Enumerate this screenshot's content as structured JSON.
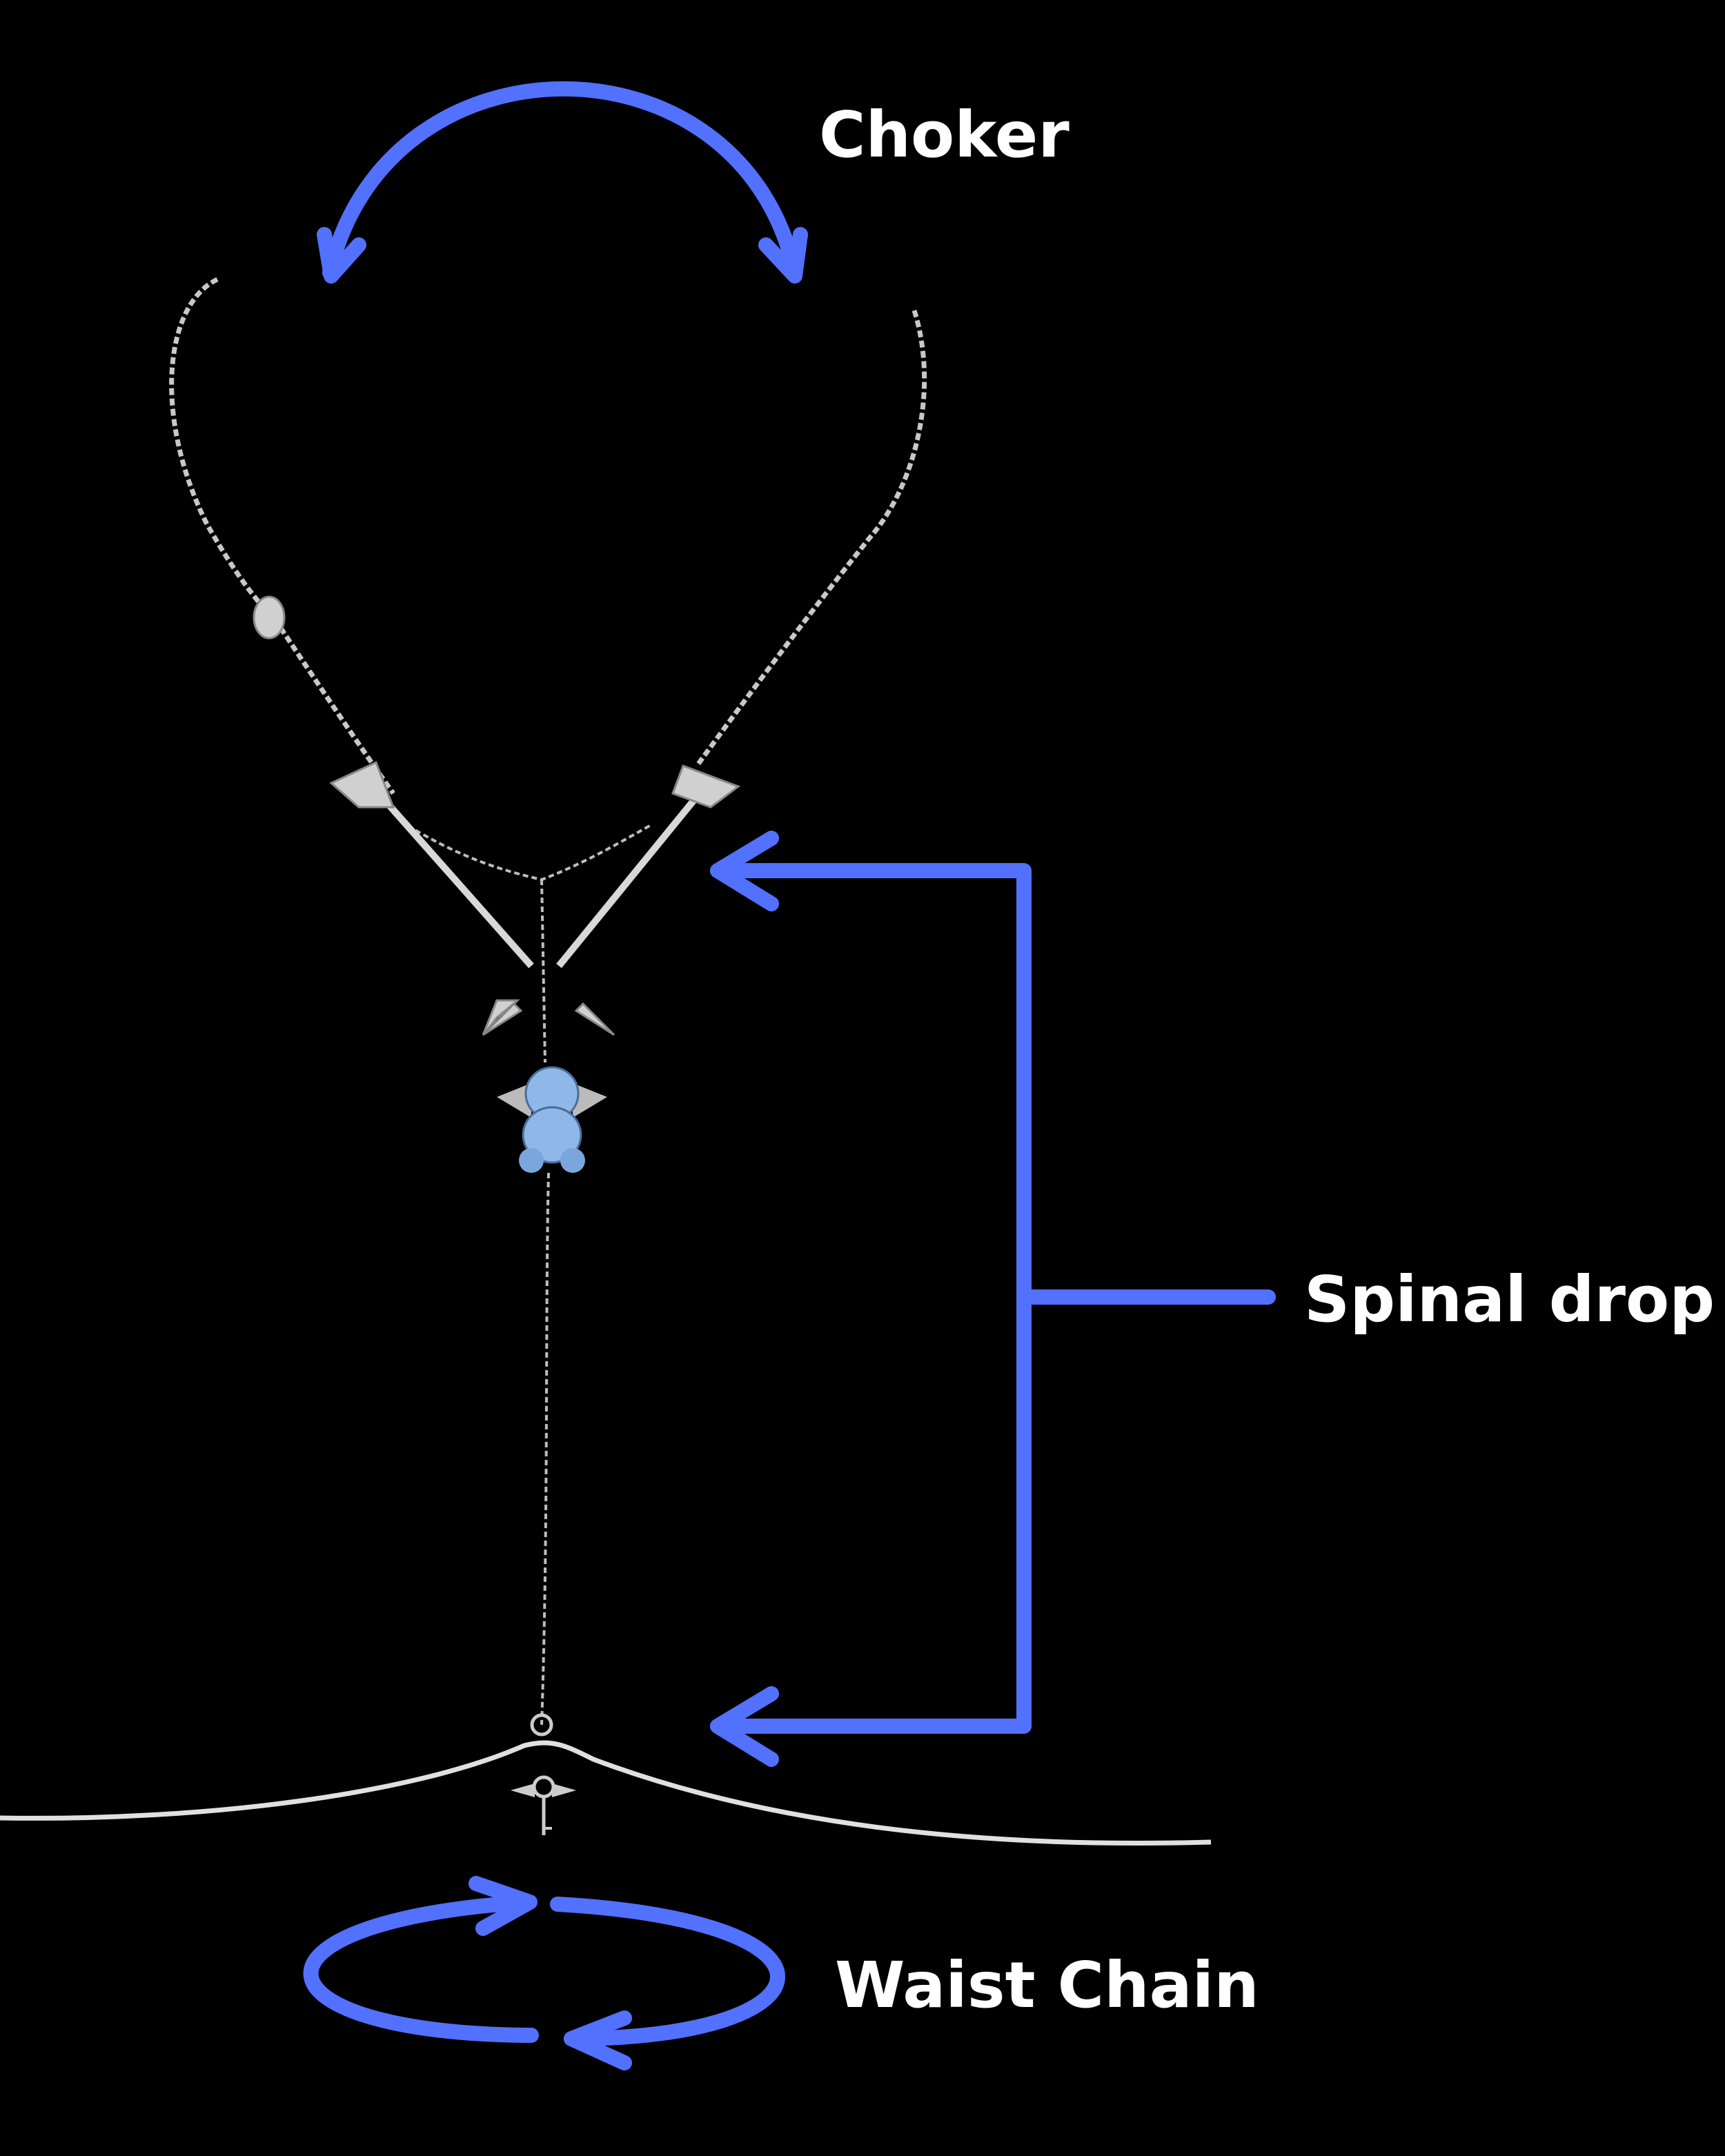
{
  "labels": {
    "choker": "Choker",
    "spinal_drop": "Spinal drop",
    "waist_chain": "Waist Chain"
  },
  "colors": {
    "background": "#000000",
    "annotation": "#5271ff",
    "text": "#ffffff",
    "pendant": "#8fb8e8"
  }
}
